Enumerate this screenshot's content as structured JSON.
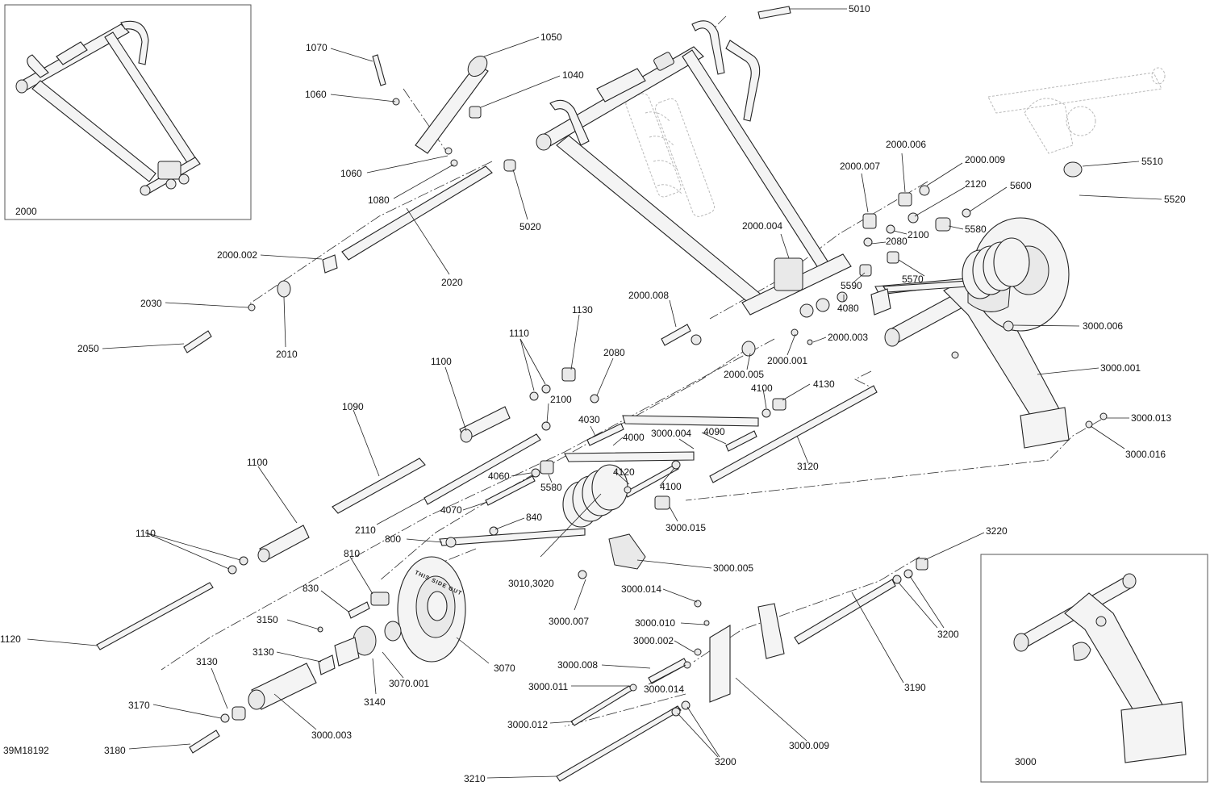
{
  "document_id": "39M18192",
  "inset_labels": {
    "left": "2000",
    "right": "3000"
  },
  "wheel_inscription": "THIS SIDE OUT",
  "callouts": [
    {
      "id": "c5010",
      "text": "5010"
    },
    {
      "id": "c1050",
      "text": "1050"
    },
    {
      "id": "c1070",
      "text": "1070"
    },
    {
      "id": "c1040",
      "text": "1040"
    },
    {
      "id": "c1060a",
      "text": "1060"
    },
    {
      "id": "c1060b",
      "text": "1060"
    },
    {
      "id": "c1080",
      "text": "1080"
    },
    {
      "id": "c5020",
      "text": "5020"
    },
    {
      "id": "c2000_002",
      "text": "2000.002"
    },
    {
      "id": "c2020",
      "text": "2020"
    },
    {
      "id": "c2030",
      "text": "2030"
    },
    {
      "id": "c2010",
      "text": "2010"
    },
    {
      "id": "c2050",
      "text": "2050"
    },
    {
      "id": "c2000_006",
      "text": "2000.006"
    },
    {
      "id": "c2000_009",
      "text": "2000.009"
    },
    {
      "id": "c2000_007",
      "text": "2000.007"
    },
    {
      "id": "c2120",
      "text": "2120"
    },
    {
      "id": "c5600",
      "text": "5600"
    },
    {
      "id": "c5510",
      "text": "5510"
    },
    {
      "id": "c5520",
      "text": "5520"
    },
    {
      "id": "c2100a",
      "text": "2100"
    },
    {
      "id": "c5580a",
      "text": "5580"
    },
    {
      "id": "c2080a",
      "text": "2080"
    },
    {
      "id": "c2000_004",
      "text": "2000.004"
    },
    {
      "id": "c5570",
      "text": "5570"
    },
    {
      "id": "c5590",
      "text": "5590"
    },
    {
      "id": "c4080",
      "text": "4080"
    },
    {
      "id": "c3000_006",
      "text": "3000.006"
    },
    {
      "id": "c2000_008",
      "text": "2000.008"
    },
    {
      "id": "c2000_003",
      "text": "2000.003"
    },
    {
      "id": "c2000_001",
      "text": "2000.001"
    },
    {
      "id": "c2000_005",
      "text": "2000.005"
    },
    {
      "id": "c3000_001",
      "text": "3000.001"
    },
    {
      "id": "c1130",
      "text": "1130"
    },
    {
      "id": "c1110a",
      "text": "1110"
    },
    {
      "id": "c1100a",
      "text": "1100"
    },
    {
      "id": "c2080b",
      "text": "2080"
    },
    {
      "id": "c2100b",
      "text": "2100"
    },
    {
      "id": "c4130",
      "text": "4130"
    },
    {
      "id": "c4100a",
      "text": "4100"
    },
    {
      "id": "c1090",
      "text": "1090"
    },
    {
      "id": "c4030",
      "text": "4030"
    },
    {
      "id": "c3000_004",
      "text": "3000.004"
    },
    {
      "id": "c4090",
      "text": "4090"
    },
    {
      "id": "c4000",
      "text": "4000"
    },
    {
      "id": "c3000_013",
      "text": "3000.013"
    },
    {
      "id": "c3000_016",
      "text": "3000.016"
    },
    {
      "id": "c3120",
      "text": "3120"
    },
    {
      "id": "c1100b",
      "text": "1100"
    },
    {
      "id": "c4060",
      "text": "4060"
    },
    {
      "id": "c5580b",
      "text": "5580"
    },
    {
      "id": "c4120",
      "text": "4120"
    },
    {
      "id": "c4100b",
      "text": "4100"
    },
    {
      "id": "c4070",
      "text": "4070"
    },
    {
      "id": "c840",
      "text": "840"
    },
    {
      "id": "c3000_015",
      "text": "3000.015"
    },
    {
      "id": "c2110",
      "text": "2110"
    },
    {
      "id": "c1110b",
      "text": "1110"
    },
    {
      "id": "c800",
      "text": "800"
    },
    {
      "id": "c810",
      "text": "810"
    },
    {
      "id": "c3010",
      "text": "3010,3020"
    },
    {
      "id": "c3000_005",
      "text": "3000.005"
    },
    {
      "id": "c3220",
      "text": "3220"
    },
    {
      "id": "c830",
      "text": "830"
    },
    {
      "id": "c3000_007",
      "text": "3000.007"
    },
    {
      "id": "c3000_014a",
      "text": "3000.014"
    },
    {
      "id": "c3150",
      "text": "3150"
    },
    {
      "id": "c3000_010",
      "text": "3000.010"
    },
    {
      "id": "c1120",
      "text": "1120"
    },
    {
      "id": "c3130a",
      "text": "3130"
    },
    {
      "id": "c3000_002",
      "text": "3000.002"
    },
    {
      "id": "c3200a",
      "text": "3200"
    },
    {
      "id": "c3070",
      "text": "3070"
    },
    {
      "id": "c3000_008",
      "text": "3000.008"
    },
    {
      "id": "c3130b",
      "text": "3130"
    },
    {
      "id": "c3140",
      "text": "3140"
    },
    {
      "id": "c3070_001",
      "text": "3070.001"
    },
    {
      "id": "c3000_011",
      "text": "3000.011"
    },
    {
      "id": "c3000_014b",
      "text": "3000.014"
    },
    {
      "id": "c3190",
      "text": "3190"
    },
    {
      "id": "c3170",
      "text": "3170"
    },
    {
      "id": "c3000_003",
      "text": "3000.003"
    },
    {
      "id": "c3000_012",
      "text": "3000.012"
    },
    {
      "id": "c3180",
      "text": "3180"
    },
    {
      "id": "c3000_009",
      "text": "3000.009"
    },
    {
      "id": "c3200b",
      "text": "3200"
    },
    {
      "id": "c3210",
      "text": "3210"
    }
  ]
}
